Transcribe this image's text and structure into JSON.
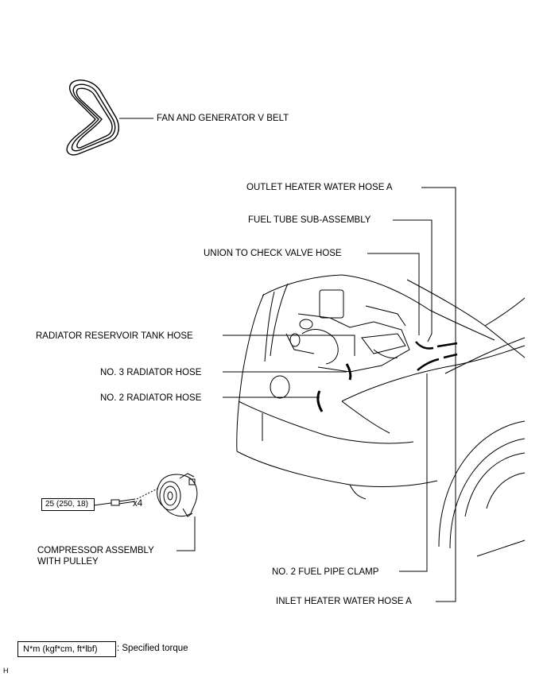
{
  "labels": {
    "fan_belt": "FAN AND GENERATOR V BELT",
    "outlet_heater": "OUTLET HEATER WATER HOSE A",
    "fuel_tube": "FUEL TUBE SUB-ASSEMBLY",
    "union_hose": "UNION TO CHECK VALVE HOSE",
    "reservoir_hose": "RADIATOR RESERVOIR TANK HOSE",
    "no3_radiator": "NO. 3 RADIATOR HOSE",
    "no2_radiator": "NO. 2 RADIATOR HOSE",
    "compressor_line1": "COMPRESSOR ASSEMBLY",
    "compressor_line2": "WITH PULLEY",
    "fuel_clamp": "NO. 2 FUEL PIPE CLAMP",
    "inlet_heater": "INLET HEATER WATER HOSE A",
    "bolt_qty": "x4"
  },
  "torque_spec": "25 (250, 18)",
  "legend": {
    "units": "N*m (kgf*cm, ft*lbf)",
    "description": ": Specified torque"
  },
  "figure_code": "H"
}
